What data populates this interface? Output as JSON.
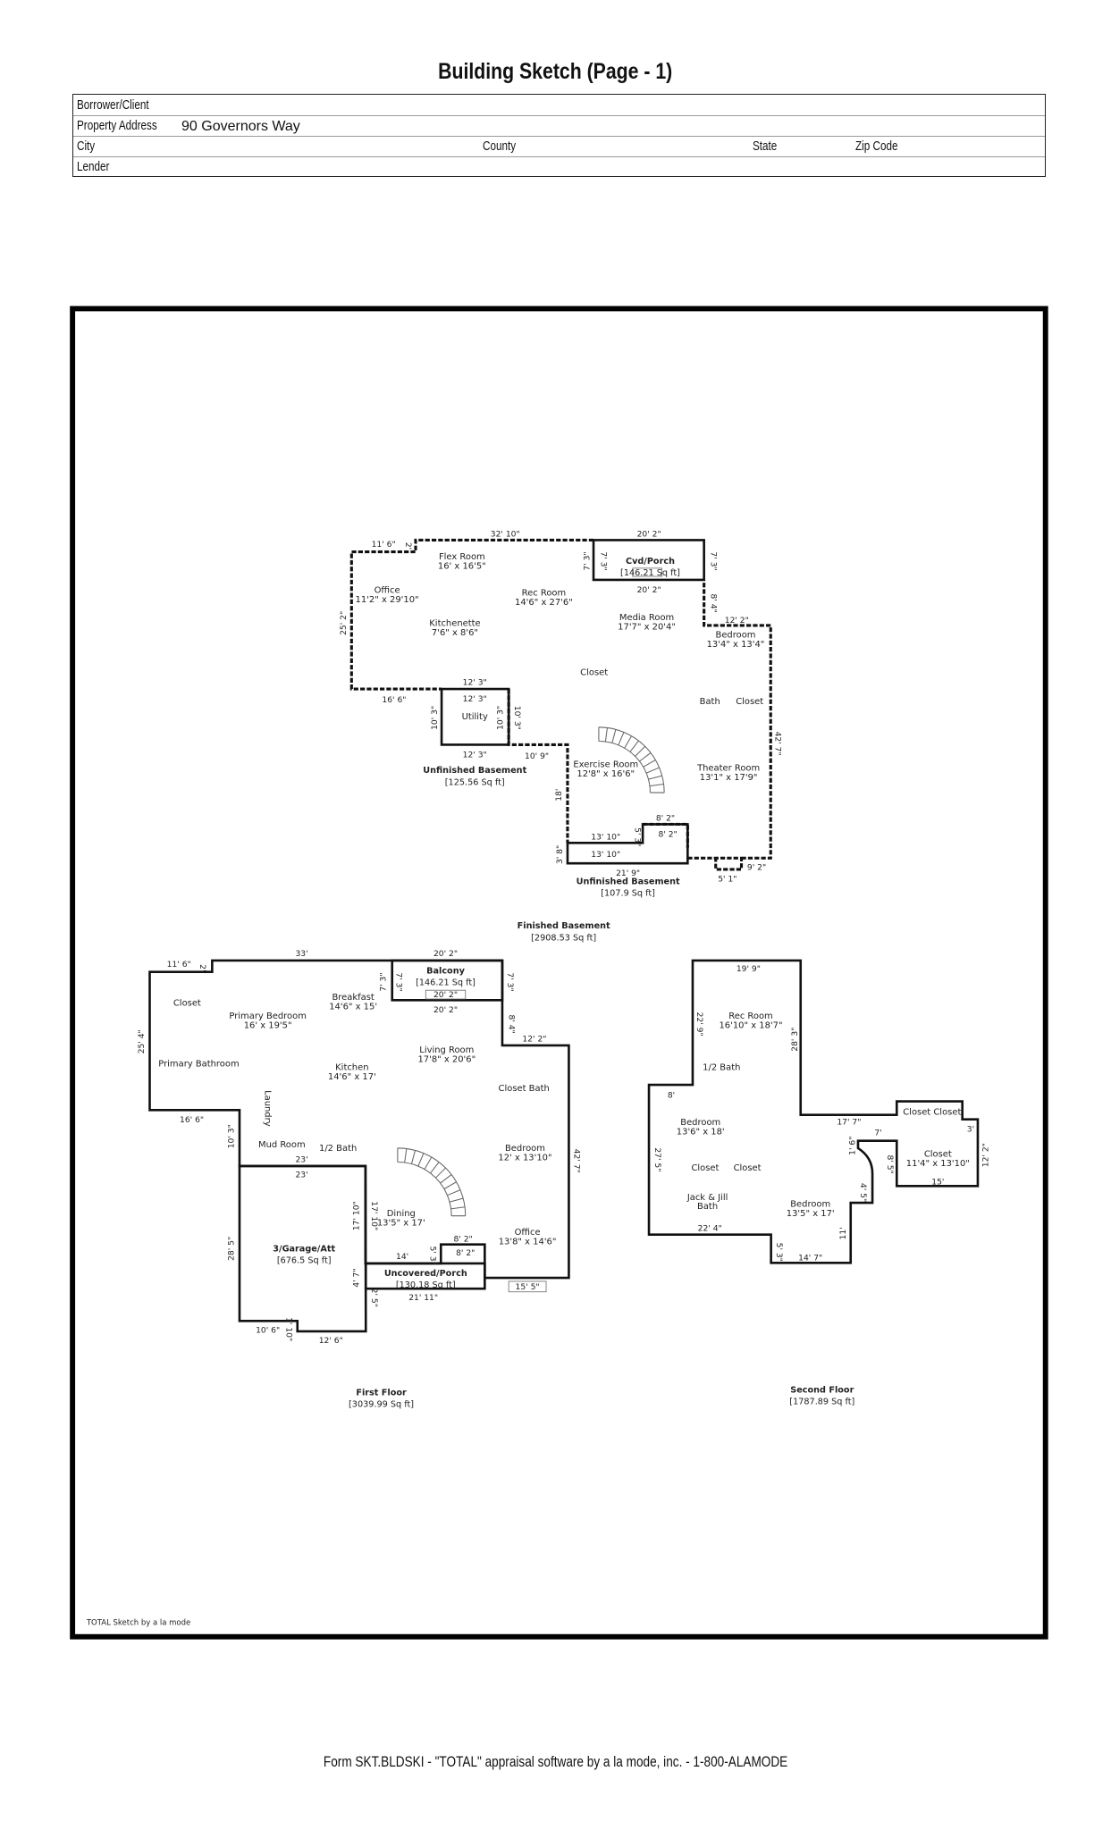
{
  "header": {
    "title": "Building Sketch (Page - 1)",
    "borrower_label": "Borrower/Client",
    "borrower_value": "",
    "address_label": "Property Address",
    "address_value": "90 Governors Way",
    "city_label": "City",
    "county_label": "County",
    "state_label": "State",
    "zip_label": "Zip Code",
    "lender_label": "Lender"
  },
  "sketch": {
    "credit": "TOTAL Sketch by a la mode",
    "basement": {
      "areas": [
        {
          "name": "Cvd/Porch",
          "area": "[146.21 Sq ft]"
        },
        {
          "name": "Unfinished Basement",
          "area": "[125.56 Sq ft]"
        },
        {
          "name": "Unfinished Basement",
          "area": "[107.9 Sq ft]"
        },
        {
          "name": "Finished Basement",
          "area": "[2908.53 Sq ft]"
        }
      ],
      "rooms": [
        {
          "name": "Flex Room",
          "size": "16' x 16'5\""
        },
        {
          "name": "Office",
          "size": "11'2\" x 29'10\""
        },
        {
          "name": "Rec Room",
          "size": "14'6\" x 27'6\""
        },
        {
          "name": "Kitchenette",
          "size": "7'6\" x 8'6\""
        },
        {
          "name": "Media Room",
          "size": "17'7\" x 20'4\""
        },
        {
          "name": "Bedroom",
          "size": "13'4\" x 13'4\""
        },
        {
          "name": "Closet",
          "size": ""
        },
        {
          "name": "Bath",
          "size": ""
        },
        {
          "name": "Closet",
          "size": ""
        },
        {
          "name": "Utility",
          "size": ""
        },
        {
          "name": "Exercise Room",
          "size": "12'8\" x 16'6\""
        },
        {
          "name": "Theater Room",
          "size": "13'1\" x 17'9\""
        }
      ],
      "dimensions": [
        "11' 6\"",
        "2'",
        "32' 10\"",
        "20' 2\"",
        "7' 3\"",
        "7' 3\"",
        "7' 3\"",
        "20' 2\"",
        "8' 4\"",
        "12' 2\"",
        "25' 2\"",
        "12' 3\"",
        "16' 6\"",
        "12' 3\"",
        "10' 3\"",
        "10' 3\"",
        "10' 3\"",
        "12' 3\"",
        "10' 9\"",
        "42' 7\"",
        "18'",
        "8' 2\"",
        "13' 10\"",
        "5' 3\"",
        "8' 2\"",
        "13' 10\"",
        "3' 8\"",
        "21' 9\"",
        "5' 1\"",
        "9' 2\""
      ]
    },
    "first_floor": {
      "areas": [
        {
          "name": "Balcony",
          "area": "[146.21 Sq ft]"
        },
        {
          "name": "3/Garage/Att",
          "area": "[676.5 Sq ft]"
        },
        {
          "name": "Uncovered/Porch",
          "area": "[130.18 Sq ft]"
        },
        {
          "name": "First Floor",
          "area": "[3039.99 Sq ft]"
        }
      ],
      "rooms": [
        {
          "name": "Closet",
          "size": ""
        },
        {
          "name": "Primary Bedroom",
          "size": "16' x 19'5\""
        },
        {
          "name": "Breakfast",
          "size": "14'6\" x 15'"
        },
        {
          "name": "Primary Bathroom",
          "size": ""
        },
        {
          "name": "Kitchen",
          "size": "14'6\" x 17'"
        },
        {
          "name": "Living Room",
          "size": "17'8\" x 20'6\""
        },
        {
          "name": "Closet  Bath",
          "size": ""
        },
        {
          "name": "Laundry",
          "size": ""
        },
        {
          "name": "Bedroom",
          "size": "12' x 13'10\""
        },
        {
          "name": "Mud Room",
          "size": ""
        },
        {
          "name": "1/2 Bath",
          "size": ""
        },
        {
          "name": "Dining",
          "size": "13'5\" x 17'"
        },
        {
          "name": "Office",
          "size": "13'8\" x 14'6\""
        }
      ],
      "dimensions": [
        "11' 6\"",
        "2'",
        "33'",
        "20' 2\"",
        "7' 3\"",
        "7' 3\"",
        "7' 3\"",
        "20' 2\"",
        "20' 2\"",
        "8' 4\"",
        "12' 2\"",
        "25' 4\"",
        "16' 6\"",
        "10' 3\"",
        "23'",
        "23'",
        "17' 10\"",
        "17' 10\"",
        "28' 5\"",
        "42' 7\"",
        "8' 2\"",
        "14'",
        "5' 3\"",
        "8' 2\"",
        "4' 7\"",
        "2' 5\"",
        "21' 11\"",
        "10' 6\"",
        "1' 10\"",
        "12' 6\"",
        "15' 5\""
      ]
    },
    "second_floor": {
      "areas": [
        {
          "name": "Second Floor",
          "area": "[1787.89 Sq ft]"
        }
      ],
      "rooms": [
        {
          "name": "Rec Room",
          "size": "16'10\" x 18'7\""
        },
        {
          "name": "1/2 Bath",
          "size": ""
        },
        {
          "name": "Bedroom",
          "size": "13'6\" x 18'"
        },
        {
          "name": "Closet",
          "size": ""
        },
        {
          "name": "Closet",
          "size": ""
        },
        {
          "name": "Jack & Jill",
          "size": "Bath"
        },
        {
          "name": "Bedroom",
          "size": "13'5\" x 17'"
        },
        {
          "name": "Closet Closet",
          "size": ""
        },
        {
          "name": "Closet",
          "size": "11'4\" x 13'10\""
        }
      ],
      "dimensions": [
        "19' 9\"",
        "22' 9\"",
        "28' 3\"",
        "8'",
        "17' 7\"",
        "7'",
        "1' 6\"",
        "3'",
        "12' 2\"",
        "8' 5\"",
        "15'",
        "27' 5\"",
        "4' 5\"",
        "11'",
        "22' 4\"",
        "5' 3\"",
        "14' 7\""
      ]
    }
  },
  "footer": "Form SKT.BLDSKI - \"TOTAL\" appraisal software by a la mode, inc. - 1-800-ALAMODE"
}
